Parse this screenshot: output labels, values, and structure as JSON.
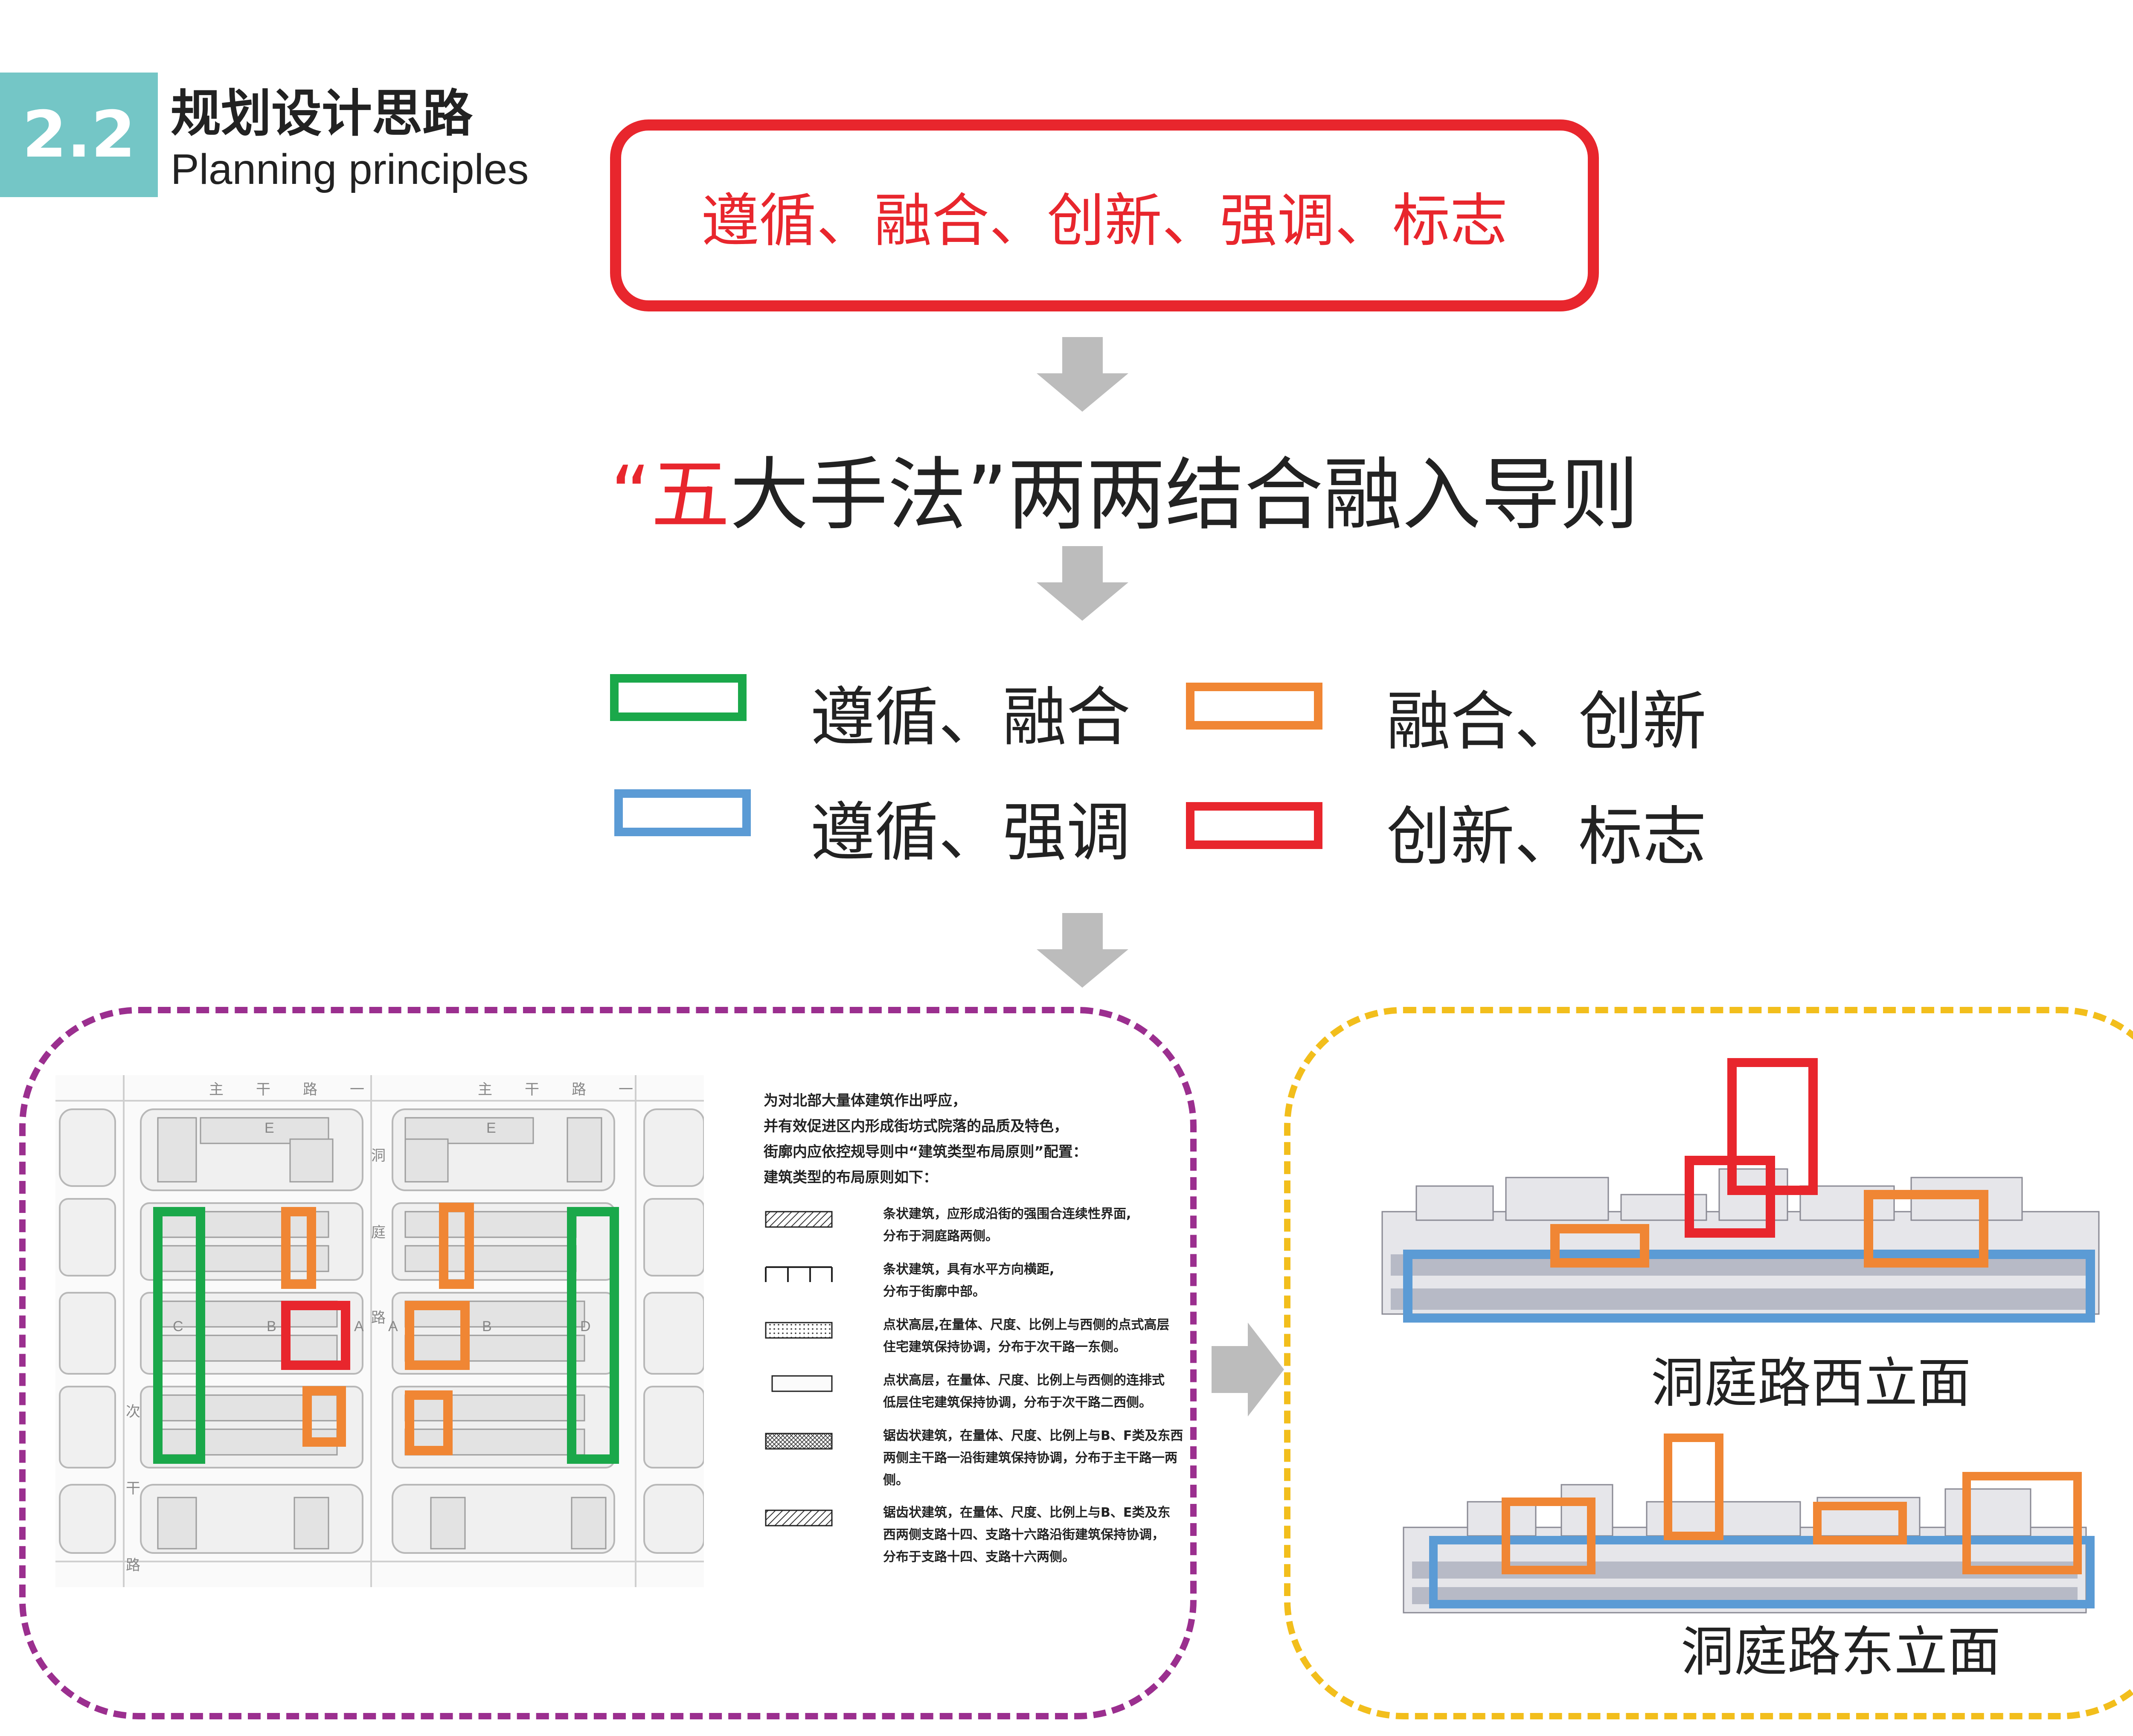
{
  "header": {
    "section_number": "2.2",
    "title": "规划设计思路",
    "subtitle": "Planning principles"
  },
  "principles_box": {
    "text": "遵循、融合、创新、强调、标志"
  },
  "middle_statement": {
    "quote_open": "“",
    "highlight": "五",
    "rest": "大手法”两两结合融入导则"
  },
  "legend": [
    {
      "label": "遵循、融合",
      "color": "#1aa84a"
    },
    {
      "label": "融合、创新",
      "color": "#f08634"
    },
    {
      "label": "遵循、强调",
      "color": "#5b9bd5"
    },
    {
      "label": "创新、标志",
      "color": "#e8262d"
    }
  ],
  "plan_panel": {
    "border_color": "#9b2f8f",
    "street_labels_top": [
      "主",
      "干",
      "路",
      "一",
      "主",
      "干",
      "路",
      "一"
    ],
    "street_labels_side": [
      "洞",
      "庭",
      "路",
      "次",
      "干",
      "路"
    ],
    "block_letters": [
      "E",
      "E",
      "C",
      "B",
      "A",
      "A",
      "B",
      "D"
    ],
    "notes_intro": [
      "为对北部大量体建筑作出呼应，",
      "并有效促进区内形成街坊式院落的品质及特色，",
      "街廓内应依控规导则中“建筑类型布局原则”配置：",
      "建筑类型的布局原则如下："
    ],
    "notes_items": [
      [
        "条状建筑，应形成沿街的强围合连续性界面,",
        "分布于洞庭路两侧。"
      ],
      [
        "条状建筑，具有水平方向横距,",
        "分布于街廓中部。"
      ],
      [
        "点状高层,在量体、尺度、比例上与西侧的点式高层",
        "住宅建筑保持协调，分布于次干路一东侧。"
      ],
      [
        "点状高层，在量体、尺度、比例上与西侧的连排式",
        "低层住宅建筑保持协调，分布于次干路二西侧。"
      ],
      [
        "锯齿状建筑，在量体、尺度、比例上与B、F类及东西",
        "两侧主干路一沿街建筑保持协调，分布于主干路一两",
        "侧。"
      ],
      [
        "锯齿状建筑，在量体、尺度、比例上与B、E类及东",
        "西两侧支路十四、支路十六路沿街建筑保持协调，",
        "分布于支路十四、支路十六两侧。"
      ]
    ]
  },
  "elevation_panel": {
    "border_color": "#f2be1c",
    "west_caption": "洞庭路西立面",
    "east_caption": "洞庭路东立面"
  },
  "colors": {
    "badge": "#74c6c6",
    "accent_red": "#e8262d",
    "arrow_gray": "#bcbcbc"
  }
}
